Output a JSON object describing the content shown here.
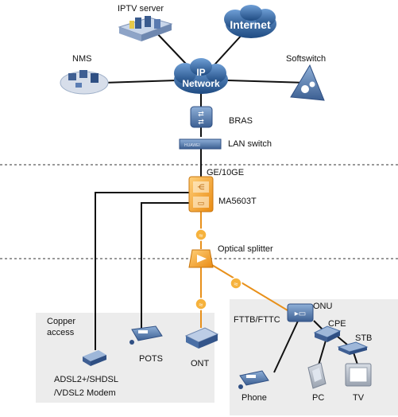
{
  "labels": {
    "iptv_server": "IPTV server",
    "internet": "Internet",
    "nms": "NMS",
    "ip_network_line1": "IP",
    "ip_network_line2": "Network",
    "softswitch": "Softswitch",
    "bras": "BRAS",
    "lan_switch": "LAN switch",
    "ge_10ge": "GE/10GE",
    "ma5603t": "MA5603T",
    "optical_splitter": "Optical splitter",
    "copper_access_line1": "Copper",
    "copper_access_line2": "access",
    "pots": "POTS",
    "modem_line1": "ADSL2+/SHDSL",
    "modem_line2": "/VDSL2 Modem",
    "ont": "ONT",
    "onu": "ONU",
    "fttb_fttc": "FTTB/FTTC",
    "cpe": "CPE",
    "stb": "STB",
    "phone": "Phone",
    "pc": "PC",
    "tv": "TV",
    "switch_front_text": "HUAWEI"
  },
  "colors": {
    "link_black": "#111111",
    "fiber_orange": "#e8901a",
    "device_blue": "#4a6fa5",
    "cloud_blue": "#2e5b8e",
    "olt_orange": "#f0a030",
    "panel_grey": "#ececec",
    "dash_line": "#333333"
  }
}
